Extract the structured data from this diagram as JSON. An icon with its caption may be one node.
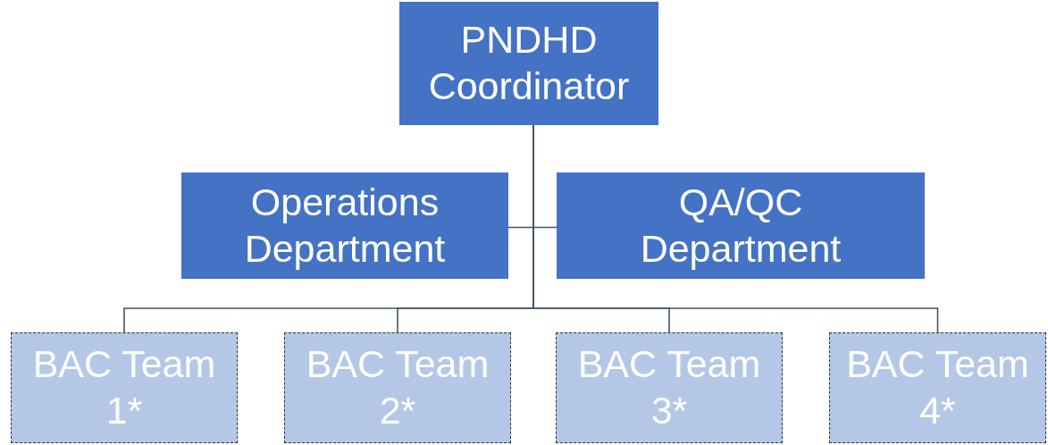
{
  "diagram": {
    "nodes": [
      {
        "text": [
          "PNDHD Coordinator"
        ]
      },
      {
        "text": [
          "Operations Department"
        ]
      },
      {
        "text": [
          "QA/QC Department"
        ]
      },
      {
        "text": [
          "BAC Team 1*"
        ]
      },
      {
        "text": [
          "BAC Team 2*"
        ]
      },
      {
        "text": [
          "BAC Team 3*"
        ]
      },
      {
        "text": [
          "BAC Team 4*"
        ]
      }
    ],
    "edges": [
      {
        "from": 0,
        "to": 1,
        "arrow": "none"
      },
      {
        "from": 0,
        "to": 2,
        "arrow": "none"
      },
      {
        "from": 0,
        "to": 3,
        "arrow": "none"
      },
      {
        "from": 0,
        "to": 4,
        "arrow": "none"
      },
      {
        "from": 0,
        "to": 5,
        "arrow": "none"
      },
      {
        "from": 0,
        "to": 6,
        "arrow": "none"
      }
    ]
  }
}
